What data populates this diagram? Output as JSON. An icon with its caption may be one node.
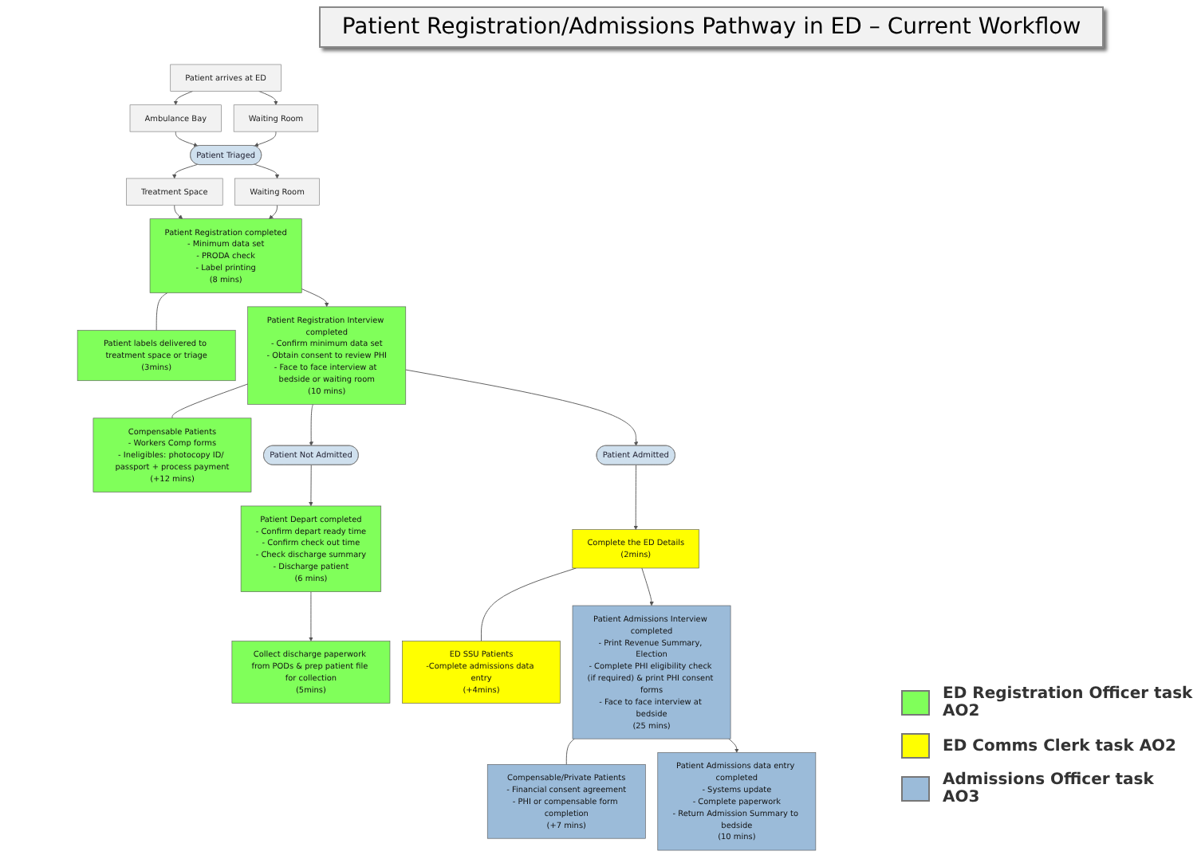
{
  "diagram": {
    "title": "Patient Registration/Admissions Pathway in ED – Current Workflow",
    "nodes": [
      {
        "text": [
          "Patient arrives at ED"
        ]
      },
      {
        "text": [
          "Ambulance Bay"
        ]
      },
      {
        "text": [
          "Waiting Room"
        ]
      },
      {
        "text": [
          "Patient Triaged"
        ]
      },
      {
        "text": [
          "Treatment Space"
        ]
      },
      {
        "text": [
          "Waiting Room"
        ]
      },
      {
        "text": [
          "Patient Registration completed",
          "- Minimum data set",
          "- PRODA check",
          "- Label printing",
          "(8 mins)"
        ]
      },
      {
        "text": [
          "Patient labels delivered to treatment space or triage",
          "(3mins)"
        ]
      },
      {
        "text": [
          "Patient Registration Interview completed",
          "- Confirm minimum data set",
          "- Obtain consent to review PHI",
          "- Face to face interview at bedside or waiting room",
          "(10 mins)"
        ]
      },
      {
        "text": [
          "Compensable Patients",
          "- Workers Comp forms",
          "- Ineligibles: photocopy ID/ passport + process payment",
          "(+12 mins)"
        ]
      },
      {
        "text": [
          "Patient Not Admitted"
        ]
      },
      {
        "text": [
          "Patient Admitted"
        ]
      },
      {
        "text": [
          "Patient Depart completed",
          "- Confirm depart ready time",
          "- Confirm check out time",
          "- Check discharge summary",
          "- Discharge patient",
          "(6 mins)"
        ]
      },
      {
        "text": [
          "Collect discharge paperwork from PODs & prep patient file for collection",
          "(5mins)"
        ]
      },
      {
        "text": [
          "Complete the ED Details",
          "(2mins)"
        ]
      },
      {
        "text": [
          "ED SSU Patients",
          "-Complete admissions data entry",
          "(+4mins)"
        ]
      },
      {
        "text": [
          "Patient Admissions Interview completed",
          "- Print Revenue Summary, Election",
          "- Complete PHI eligibility check (if required) & print PHI consent forms",
          "- Face to face interview at bedside",
          "(25 mins)"
        ]
      },
      {
        "text": [
          "Compensable/Private Patients",
          "- Financial consent agreement",
          "- PHI or compensable form completion",
          "(+7 mins)"
        ]
      },
      {
        "text": [
          "Patient Admissions data entry completed",
          "- Systems update",
          "- Complete paperwork",
          "- Return Admission Summary to bedside",
          "(10 mins)"
        ]
      }
    ],
    "edges": [
      {
        "from": 0,
        "to": 1,
        "arrow": "to"
      },
      {
        "from": 0,
        "to": 2,
        "arrow": "to"
      },
      {
        "from": 1,
        "to": 3,
        "arrow": "to"
      },
      {
        "from": 2,
        "to": 3,
        "arrow": "to"
      },
      {
        "from": 3,
        "to": 4,
        "arrow": "to"
      },
      {
        "from": 3,
        "to": 5,
        "arrow": "to"
      },
      {
        "from": 4,
        "to": 6,
        "arrow": "to"
      },
      {
        "from": 5,
        "to": 6,
        "arrow": "to"
      },
      {
        "from": 6,
        "to": 7,
        "arrow": "none"
      },
      {
        "from": 6,
        "to": 8,
        "arrow": "to"
      },
      {
        "from": 8,
        "to": 9,
        "arrow": "none"
      },
      {
        "from": 8,
        "to": 10,
        "arrow": "to"
      },
      {
        "from": 8,
        "to": 11,
        "arrow": "to"
      },
      {
        "from": 10,
        "to": 12,
        "arrow": "to"
      },
      {
        "from": 12,
        "to": 13,
        "arrow": "to"
      },
      {
        "from": 11,
        "to": 14,
        "arrow": "to"
      },
      {
        "from": 14,
        "to": 15,
        "arrow": "none"
      },
      {
        "from": 14,
        "to": 16,
        "arrow": "to"
      },
      {
        "from": 16,
        "to": 17,
        "arrow": "none"
      },
      {
        "from": 16,
        "to": 18,
        "arrow": "to"
      }
    ],
    "legend": [
      {
        "text": "ED Registration Officer task AO2",
        "color": "#80ff5a"
      },
      {
        "text": "ED Comms Clerk task AO2",
        "color": "#ffff00"
      },
      {
        "text": "Admissions Officer task AO3",
        "color": "#9bbbd9"
      }
    ]
  }
}
